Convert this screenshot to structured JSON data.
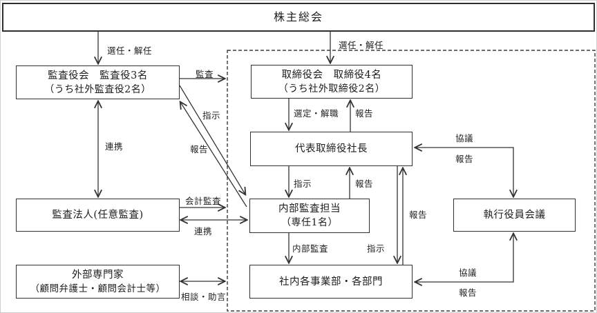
{
  "boxes": {
    "shareholders": {
      "label": "株主総会"
    },
    "audit_board": {
      "line1": "監査役会　監査役3名",
      "line2": "（うち社外監査役2名）"
    },
    "board": {
      "line1": "取締役会　取締役4名",
      "line2": "（うち社外取締役2名）"
    },
    "president": {
      "label": "代表取締役社長"
    },
    "internal_audit": {
      "line1": "内部監査担当",
      "line2": "（専任1名）"
    },
    "audit_firm": {
      "label": "監査法人(任意監査)"
    },
    "exec_council": {
      "label": "執行役員会議"
    },
    "divisions": {
      "label": "社内各事業部・各部門"
    },
    "external_experts": {
      "line1": "外部専門家",
      "line2": "（顧問弁護士・顧問会計士等）"
    }
  },
  "edge_labels": {
    "appoint_left": "選任・解任",
    "appoint_right": "選任・解任",
    "audit": "監査",
    "instruct_diag": "指示",
    "report_diag": "報告",
    "cooperate_vert": "連携",
    "select_dismiss": "選定・解職",
    "report_board": "報告",
    "instruct_president": "指示",
    "report_president": "報告",
    "internal_audit_edge": "内部監査",
    "instruct_divisions": "指示",
    "report_divisions": "報告",
    "consult_top": "協議",
    "report_top": "報告",
    "consult_bottom": "協議",
    "report_bottom": "報告",
    "accounting_audit": "会計監査",
    "cooperate_horiz": "連携",
    "consult_advice": "相談・助言"
  },
  "colors": {
    "line": "#333333",
    "border": "#2e2e2e",
    "background": "#ffffff"
  }
}
